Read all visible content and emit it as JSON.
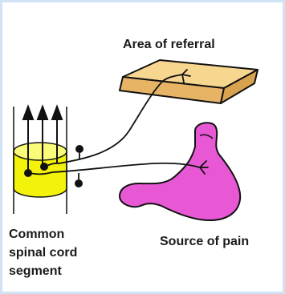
{
  "labels": {
    "area_of_referral": "Area of referral",
    "source_of_pain": "Source of pain",
    "segment_line1": "Common",
    "segment_line2": "spinal cord",
    "segment_line3": "segment"
  },
  "colors": {
    "frame_border": "#cfe3f5",
    "skin_fill": "#f2c87a",
    "stomach_fill": "#e858d4",
    "spinal_cord_fill": "#f2f20a",
    "line": "#111111"
  }
}
